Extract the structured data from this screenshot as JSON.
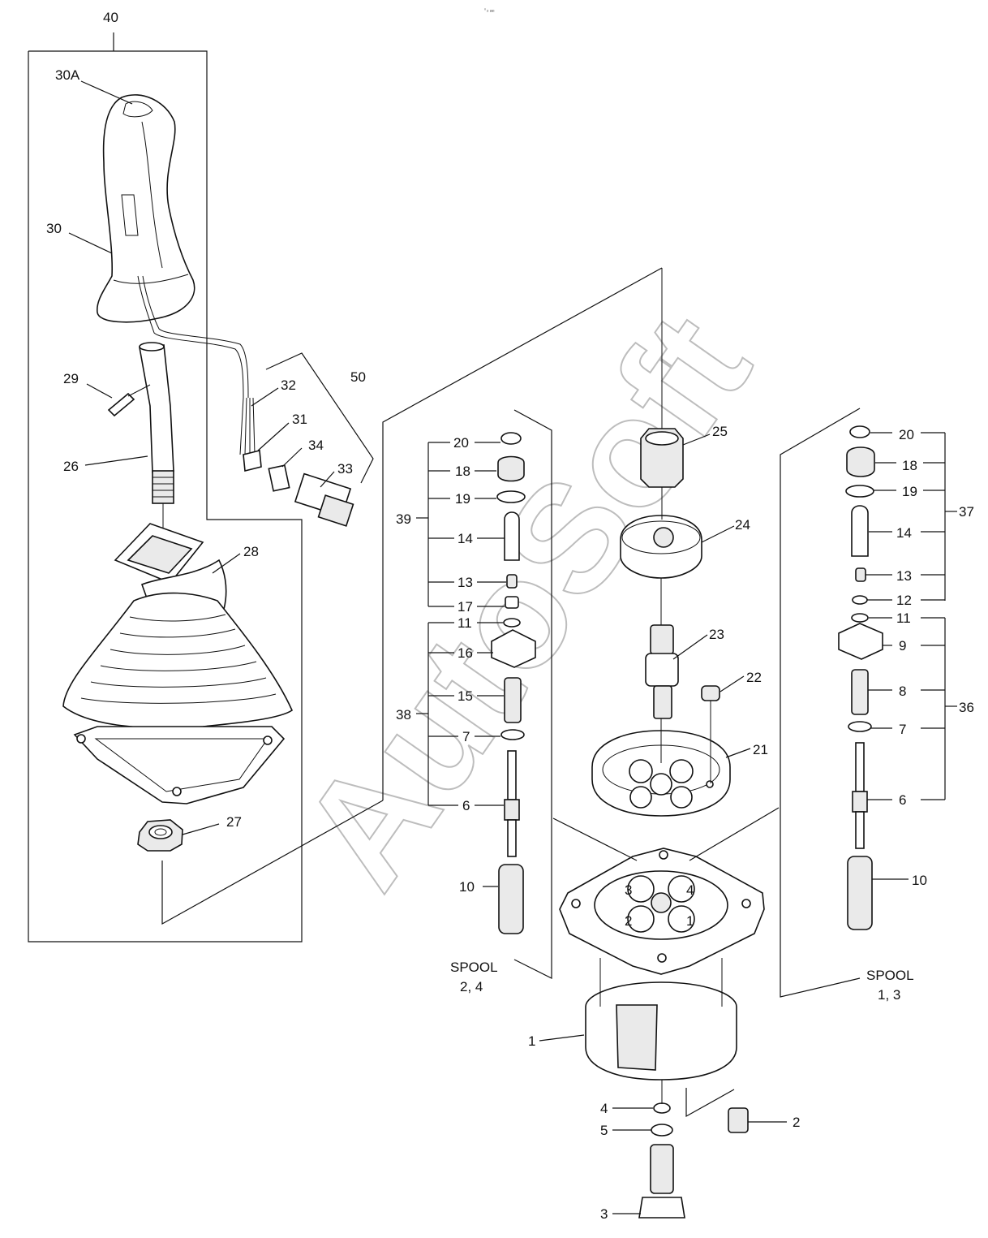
{
  "watermark": "AutoSoft",
  "corner_mark": "⁰ ᵦ ᵦᵦᵦ",
  "spool_labels": {
    "left": [
      "SPOOL",
      "2, 4"
    ],
    "right": [
      "SPOOL",
      "1, 3"
    ]
  },
  "port_numbers": [
    "3",
    "4",
    "2",
    "1"
  ],
  "callouts": [
    "40",
    "30A",
    "30",
    "29",
    "26",
    "32",
    "50",
    "31",
    "34",
    "33",
    "28",
    "27",
    "20",
    "18",
    "19",
    "39",
    "14",
    "13",
    "17",
    "11",
    "16",
    "15",
    "38",
    "7",
    "6",
    "10",
    "25",
    "24",
    "23",
    "22",
    "21",
    "1",
    "4",
    "5",
    "3",
    "2",
    "20",
    "18",
    "19",
    "37",
    "14",
    "13",
    "12",
    "11",
    "9",
    "8",
    "36",
    "7",
    "6",
    "10"
  ]
}
